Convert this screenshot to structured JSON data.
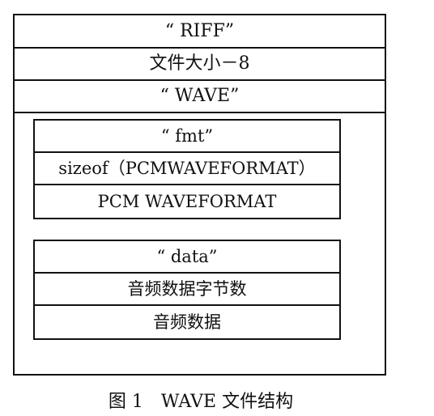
{
  "outer_rows": [
    "“ RIFF”",
    "文件大小－8",
    "“ WAVE”"
  ],
  "fmt_block": [
    "“ fmt”",
    "sizeof（PCMWAVEFORMAT）",
    "PCM WAVEFORMAT"
  ],
  "data_block": [
    "“ data”",
    "音频数据字节数",
    "音频数据"
  ],
  "caption": "图 1　WAVE 文件结构"
}
